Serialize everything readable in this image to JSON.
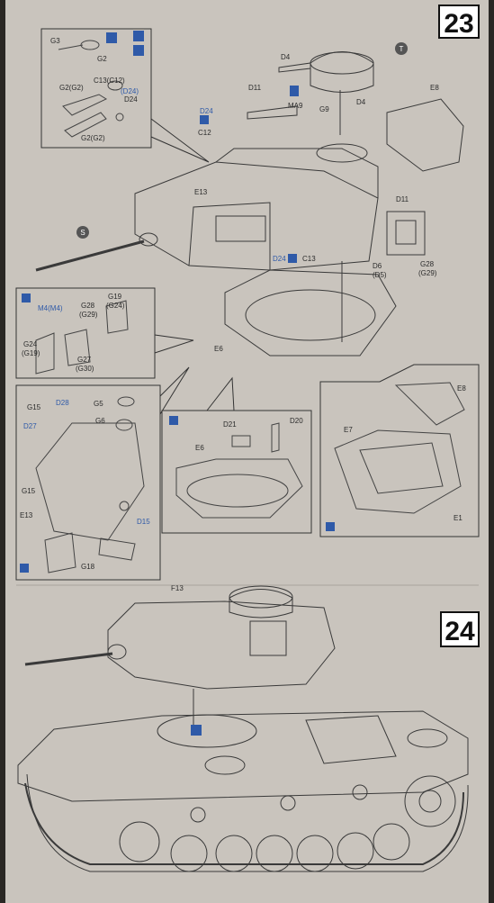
{
  "steps": {
    "step23": "23",
    "step24": "24"
  },
  "colors": {
    "paper": "#cdc9c3",
    "ink": "#3a3a3a",
    "callout_blue": "#2f5aa8",
    "background": "#2a2724"
  },
  "icons": {
    "glue": "glue-brush-icon",
    "cement_drop": "cement-drop-icon",
    "symmetric": "both-sides-icon",
    "optional": "option-icon"
  },
  "markers": {
    "t": "T",
    "s": "S"
  },
  "step23_labels": {
    "d4_top": "D4",
    "d11_top": "D11",
    "ma9": "MA9",
    "g9": "G9",
    "d4_right": "D4",
    "e8": "E8",
    "d24_c12": "D24",
    "c12": "C12",
    "e13": "E13",
    "d11_right": "D11",
    "d6": "D6",
    "d5": "(D5)",
    "g28": "G28",
    "g29": "(G29)",
    "d24_c13": "D24",
    "c13": "C13",
    "e6": "E6"
  },
  "inset_top_left": {
    "g3": "G3",
    "g2": "G2",
    "c13c12": "C13(C12)",
    "g2g2": "G2(G2)",
    "d24_paren": "(D24)",
    "d24": "D24",
    "g2g2_bottom": "G2(G2)"
  },
  "inset_mid_left": {
    "m4": "M4(M4)",
    "g28": "G28",
    "g29": "(G29)",
    "g19": "G19",
    "g24": "(G24)",
    "g24b": "G24",
    "g19b": "(G19)",
    "g27": "G27",
    "g30": "(G30)"
  },
  "inset_bottom_left": {
    "g15_top": "G15",
    "d28": "D28",
    "g5": "G5",
    "d27": "D27",
    "g6": "G6",
    "g15_mid": "G15",
    "e13": "E13",
    "d15": "D15",
    "g18": "G18"
  },
  "inset_center": {
    "d21": "D21",
    "d20": "D20",
    "e6": "E6"
  },
  "inset_right": {
    "e8": "E8",
    "e7": "E7",
    "e1": "E1"
  },
  "step24_labels": {
    "f13": "F13"
  }
}
